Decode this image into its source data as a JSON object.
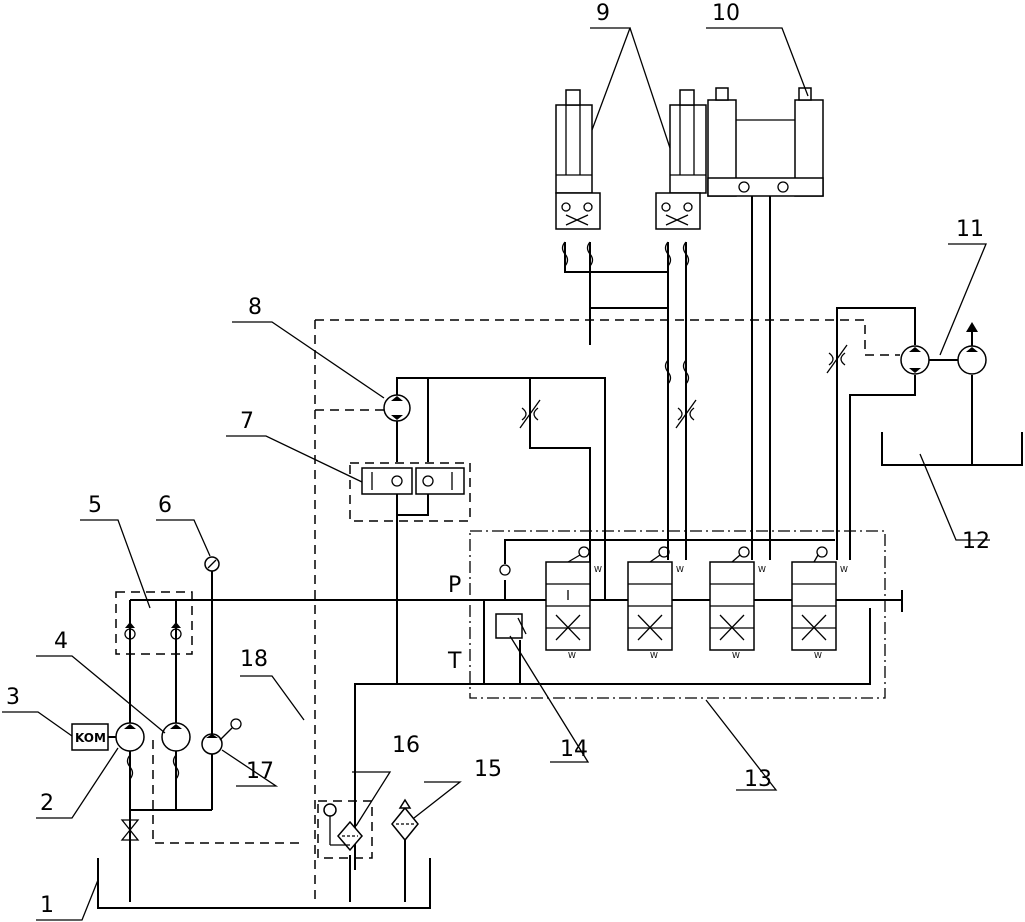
{
  "callouts": [
    "1",
    "2",
    "3",
    "4",
    "5",
    "6",
    "7",
    "8",
    "9",
    "10",
    "11",
    "12",
    "13",
    "14",
    "15",
    "16",
    "17",
    "18"
  ],
  "ports": {
    "p": "P",
    "t": "T"
  },
  "pto_label": "KOM",
  "spring_label": "W"
}
